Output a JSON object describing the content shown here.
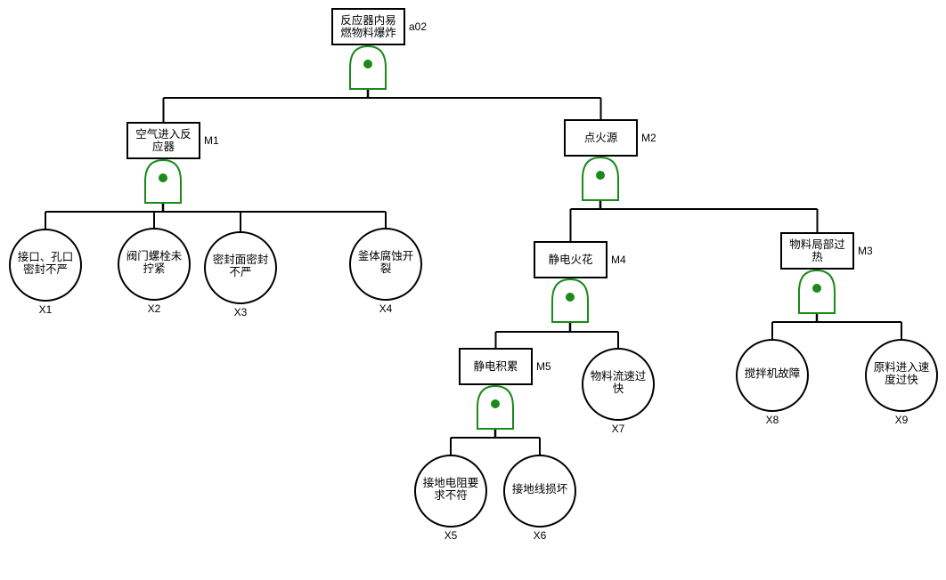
{
  "diagram": {
    "type": "fault-tree",
    "gate_color": "#1a8a1a",
    "line_color": "#000000",
    "events": {
      "a02": {
        "id": "a02",
        "lines": [
          "反应器内易",
          "燃物料爆炸"
        ],
        "kind": "top"
      },
      "M1": {
        "id": "M1",
        "lines": [
          "空气进入反",
          "应器"
        ],
        "kind": "intermediate"
      },
      "M2": {
        "id": "M2",
        "lines": [
          "点火源"
        ],
        "kind": "intermediate"
      },
      "M3": {
        "id": "M3",
        "lines": [
          "物料局部过",
          "热"
        ],
        "kind": "intermediate"
      },
      "M4": {
        "id": "M4",
        "lines": [
          "静电火花"
        ],
        "kind": "intermediate"
      },
      "M5": {
        "id": "M5",
        "lines": [
          "静电积累"
        ],
        "kind": "intermediate"
      },
      "X1": {
        "id": "X1",
        "lines": [
          "接口、孔口",
          "密封不严"
        ],
        "kind": "basic"
      },
      "X2": {
        "id": "X2",
        "lines": [
          "阀门螺栓未",
          "拧紧"
        ],
        "kind": "basic"
      },
      "X3": {
        "id": "X3",
        "lines": [
          "密封面密封",
          "不严"
        ],
        "kind": "basic"
      },
      "X4": {
        "id": "X4",
        "lines": [
          "釜体腐蚀开",
          "裂"
        ],
        "kind": "basic"
      },
      "X5": {
        "id": "X5",
        "lines": [
          "接地电阻要",
          "求不符"
        ],
        "kind": "basic"
      },
      "X6": {
        "id": "X6",
        "lines": [
          "接地线损坏"
        ],
        "kind": "basic"
      },
      "X7": {
        "id": "X7",
        "lines": [
          "物料流速过",
          "快"
        ],
        "kind": "basic"
      },
      "X8": {
        "id": "X8",
        "lines": [
          "搅拌机故障"
        ],
        "kind": "basic"
      },
      "X9": {
        "id": "X9",
        "lines": [
          "原料进入速",
          "度过快"
        ],
        "kind": "basic"
      }
    },
    "gates": [
      {
        "parent": "a02",
        "type": "OR",
        "children": [
          "M1",
          "M2"
        ]
      },
      {
        "parent": "M1",
        "type": "OR",
        "children": [
          "X1",
          "X2",
          "X3",
          "X4"
        ]
      },
      {
        "parent": "M2",
        "type": "OR",
        "children": [
          "M4",
          "M3"
        ]
      },
      {
        "parent": "M4",
        "type": "OR",
        "children": [
          "M5",
          "X7"
        ]
      },
      {
        "parent": "M3",
        "type": "OR",
        "children": [
          "X8",
          "X9"
        ]
      },
      {
        "parent": "M5",
        "type": "OR",
        "children": [
          "X5",
          "X6"
        ]
      }
    ]
  }
}
